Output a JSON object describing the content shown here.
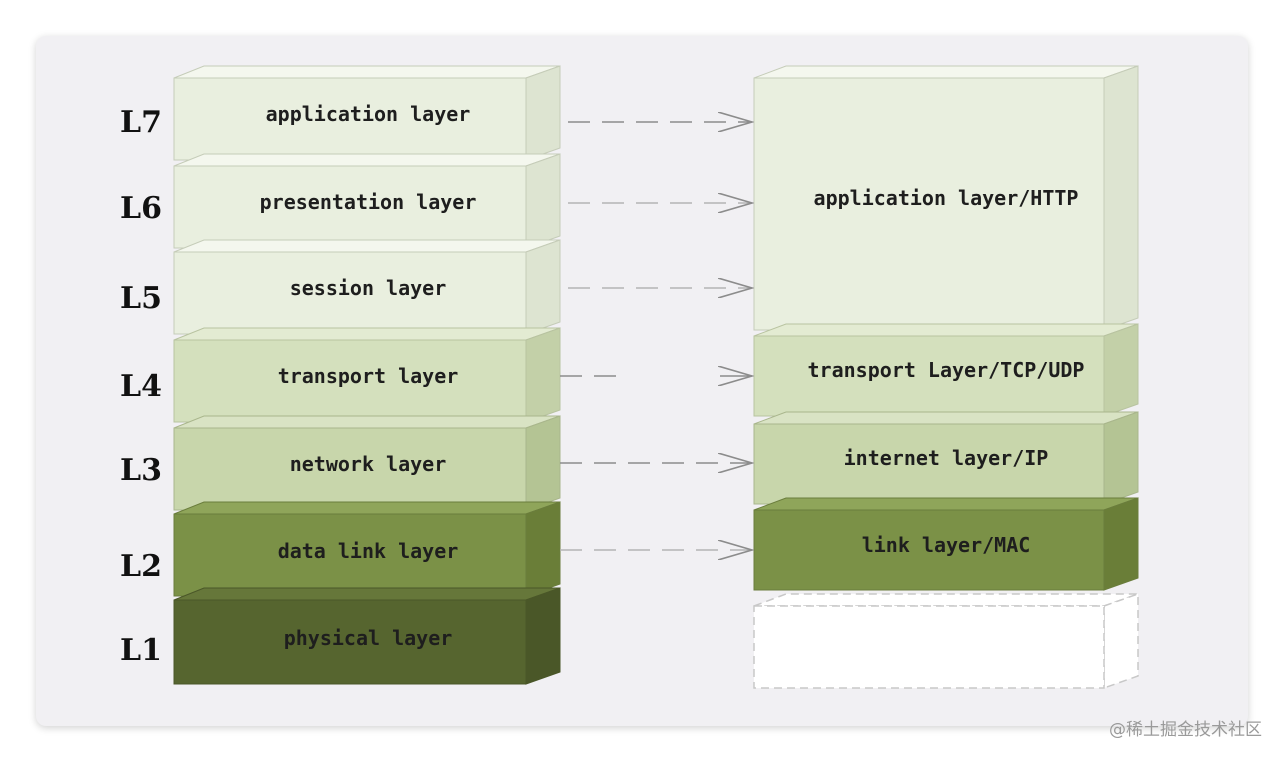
{
  "osi_levels": [
    "L7",
    "L6",
    "L5",
    "L4",
    "L3",
    "L2",
    "L1"
  ],
  "osi_layers": [
    "application layer",
    "presentation layer",
    "session layer",
    "transport layer",
    "network layer",
    "data link layer",
    "physical layer"
  ],
  "tcpip_layers": [
    "application layer/HTTP",
    "transport Layer/TCP/UDP",
    "internet layer/IP",
    "link layer/MAC"
  ],
  "watermark": "@稀土掘金技术社区",
  "colors": {
    "light": "#e9efdf",
    "mid": "#d4e0bd",
    "dark": "#7b9147",
    "darkest": "#56652f"
  }
}
